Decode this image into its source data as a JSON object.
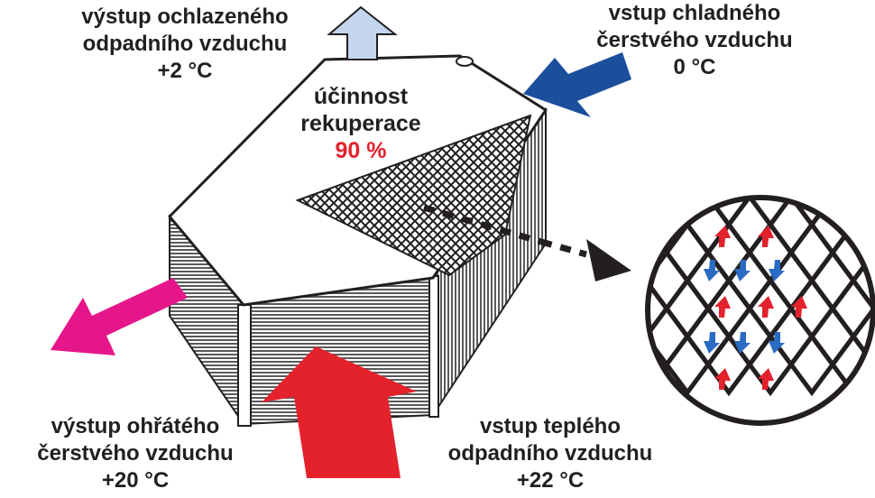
{
  "labels": {
    "outlet_cooled_exhaust": {
      "line1": "výstup ochlazeného",
      "line2": "odpadního vzduchu",
      "temp": "+2 °C"
    },
    "inlet_cold_fresh": {
      "line1": "vstup chladného",
      "line2": "čerstvého vzduchu",
      "temp": "0 °C"
    },
    "efficiency": {
      "line1": "účinnost",
      "line2": "rekuperace",
      "value": "90 %"
    },
    "outlet_warmed_fresh": {
      "line1": "výstup ohřátého",
      "line2": "čerstvého vzduchu",
      "temp": "+20 °C"
    },
    "inlet_warm_exhaust": {
      "line1": "vstup teplého",
      "line2": "odpadního vzduchu",
      "temp": "+22 °C"
    }
  },
  "colors": {
    "outlet_cooled_exhaust_arrow": "#c3d6ee",
    "inlet_cold_fresh_arrow": "#1b4f9c",
    "outlet_warmed_fresh_arrow": "#e5168a",
    "inlet_warm_exhaust_arrow": "#e3222c",
    "efficiency_value": "#e3222c",
    "warm_flow_small_arrow": "#e3222c",
    "cold_flow_small_arrow": "#2a6bc4",
    "outline": "#231f20"
  }
}
